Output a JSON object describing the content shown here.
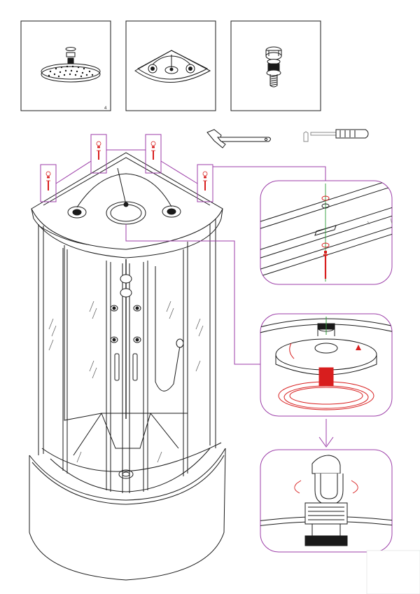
{
  "page": {
    "background": "#ffffff",
    "line_color": "#1a1a1a",
    "accent_color": "#9c3ea8",
    "highlight_color": "#d81e1e",
    "guide_color": "#2e9e3a"
  },
  "parts": [
    {
      "id": "rain-shower-head",
      "icon": "shower-head-icon"
    },
    {
      "id": "ceiling-plate",
      "icon": "ceiling-plate-icon"
    },
    {
      "id": "bolt-assembly",
      "icon": "bolt-icon"
    }
  ],
  "tools": [
    {
      "id": "adjustable-wrench",
      "icon": "wrench-icon"
    },
    {
      "id": "screwdriver",
      "icon": "screwdriver-icon"
    }
  ],
  "detail_views": [
    {
      "id": "roof-screw-detail",
      "icon": "screw-detail-icon"
    },
    {
      "id": "shower-head-mount-detail",
      "icon": "mount-detail-icon"
    },
    {
      "id": "pipe-connection-detail",
      "icon": "pipe-connection-icon"
    }
  ],
  "text": {
    "panel1_mark": "4"
  }
}
